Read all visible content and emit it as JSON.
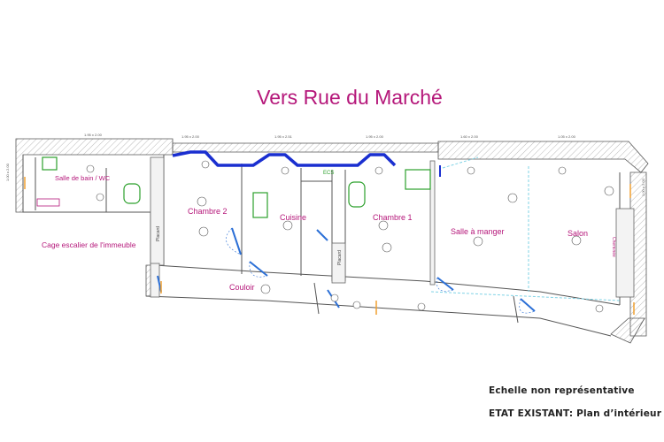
{
  "title": "Vers Rue du Marché",
  "notes": {
    "scale": "Echelle non représentative",
    "state": "ETAT EXISTANT: Plan d’intérieur"
  },
  "rooms": {
    "sdb": "Salle de bain / WC",
    "chambre2": "Chambre 2",
    "cuisine": "Cuisine",
    "chambre1": "Chambre 1",
    "salle_a_manger": "Salle à manger",
    "salon": "Salon",
    "couloir": "Couloir",
    "cage": "Cage escalier de l'immeuble"
  },
  "fixtures": {
    "ecs": "ECS",
    "placard_1": "Placard",
    "placard_2": "Placard",
    "cheminee": "Cheminée"
  },
  "dimensions": [
    "1.95 x 2.00",
    "1.95 x 2.00",
    "1.95 x 2.51",
    "1.95 x 2.00",
    "1.60 x 2.00",
    "1.05 x 2.00",
    "1.00 x 2.00",
    "1.00 x 2.00"
  ],
  "colors": {
    "wall_line": "#555555",
    "window_blue": "#1a2fd0",
    "label_magenta": "#b5177a",
    "sanitary_green": "#2ca02c",
    "door_blue": "#2b6fd6"
  }
}
